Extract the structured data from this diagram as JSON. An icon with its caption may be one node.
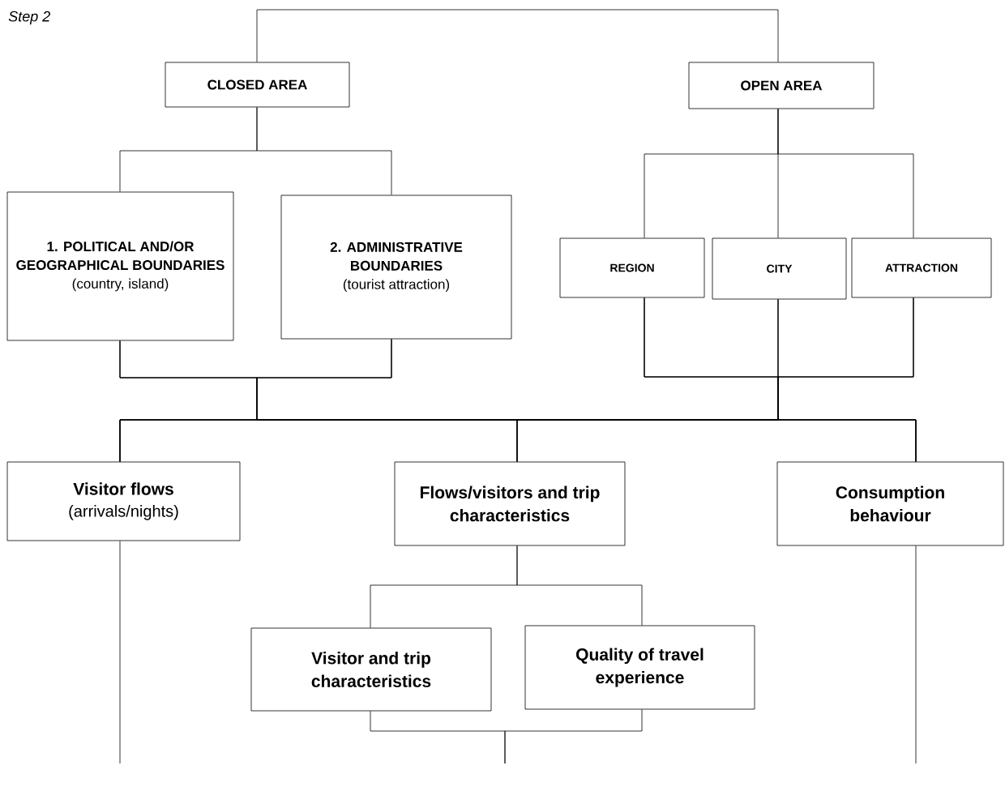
{
  "diagram": {
    "title": "Step 2",
    "nodes": [
      {
        "text": [
          "CLOSED AREA"
        ]
      },
      {
        "text": [
          "OPEN AREA"
        ]
      },
      {
        "text": [
          "1. POLITICAL AND/OR GEOGRAPHICAL BOUNDARIES",
          "(country, island)"
        ]
      },
      {
        "text": [
          "2. ADMINISTRATIVE BOUNDARIES",
          "(tourist attraction)"
        ]
      },
      {
        "text": [
          "REGION"
        ]
      },
      {
        "text": [
          "CITY"
        ]
      },
      {
        "text": [
          "ATTRACTION"
        ]
      },
      {
        "text": [
          "Visitor flows",
          "(arrivals/nights)"
        ]
      },
      {
        "text": [
          "Flows/visitors and trip characteristics"
        ]
      },
      {
        "text": [
          "Consumption behaviour"
        ]
      },
      {
        "text": [
          "Visitor and trip characteristics"
        ]
      },
      {
        "text": [
          "Quality of travel experience"
        ]
      }
    ],
    "edges": [
      {
        "from": 0,
        "to": 1,
        "arrow": "none"
      },
      {
        "from": 0,
        "to": 2,
        "arrow": "none"
      },
      {
        "from": 0,
        "to": 3,
        "arrow": "none"
      },
      {
        "from": 1,
        "to": 4,
        "arrow": "none"
      },
      {
        "from": 1,
        "to": 5,
        "arrow": "none"
      },
      {
        "from": 1,
        "to": 6,
        "arrow": "none"
      },
      {
        "from": 2,
        "to": 7,
        "arrow": "none"
      },
      {
        "from": 2,
        "to": 8,
        "arrow": "none"
      },
      {
        "from": 2,
        "to": 9,
        "arrow": "none"
      },
      {
        "from": 3,
        "to": 7,
        "arrow": "none"
      },
      {
        "from": 3,
        "to": 8,
        "arrow": "none"
      },
      {
        "from": 3,
        "to": 9,
        "arrow": "none"
      },
      {
        "from": 4,
        "to": 7,
        "arrow": "none"
      },
      {
        "from": 4,
        "to": 8,
        "arrow": "none"
      },
      {
        "from": 4,
        "to": 9,
        "arrow": "none"
      },
      {
        "from": 5,
        "to": 7,
        "arrow": "none"
      },
      {
        "from": 5,
        "to": 8,
        "arrow": "none"
      },
      {
        "from": 5,
        "to": 9,
        "arrow": "none"
      },
      {
        "from": 6,
        "to": 7,
        "arrow": "none"
      },
      {
        "from": 6,
        "to": 8,
        "arrow": "none"
      },
      {
        "from": 6,
        "to": 9,
        "arrow": "none"
      },
      {
        "from": 8,
        "to": 10,
        "arrow": "none"
      },
      {
        "from": 8,
        "to": 11,
        "arrow": "none"
      },
      {
        "from": 7,
        "to": null,
        "arrow": "none"
      },
      {
        "from": 9,
        "to": null,
        "arrow": "none"
      },
      {
        "from": 10,
        "to": null,
        "arrow": "none"
      },
      {
        "from": 11,
        "to": null,
        "arrow": "none"
      }
    ]
  }
}
